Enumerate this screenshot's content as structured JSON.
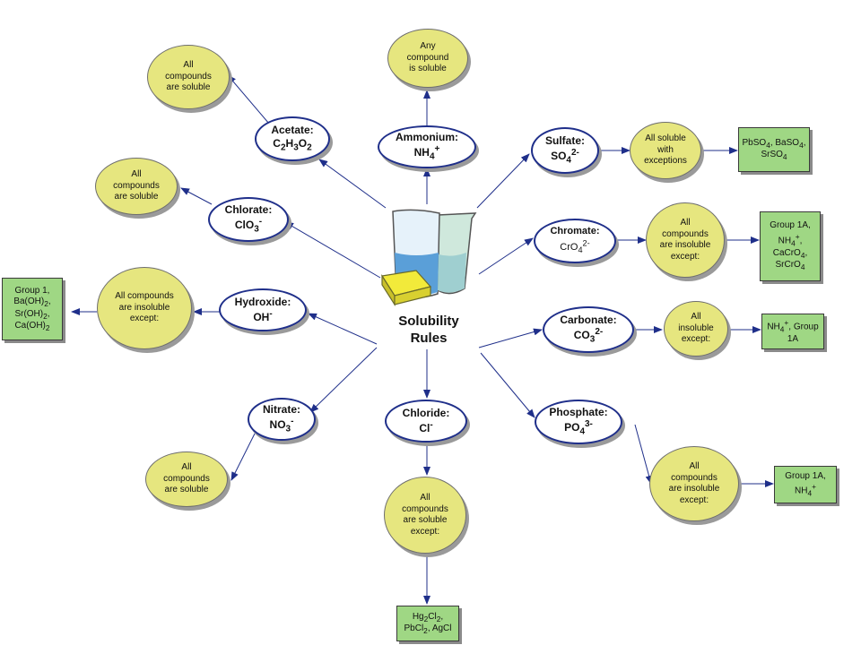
{
  "colors": {
    "line": "#1f2f8a",
    "yellow": "#e6e67f",
    "green": "#9fd784"
  },
  "title": "Solubility\nRules",
  "image_icon": "beaker-cylinder-sponge-icon",
  "ions": {
    "ammonium": {
      "name": "Ammonium:",
      "formula": "NH4+"
    },
    "acetate": {
      "name": "Acetate:",
      "formula": "C2H3O2"
    },
    "chlorate": {
      "name": "Chlorate:",
      "formula": "ClO3-"
    },
    "hydroxide": {
      "name": "Hydroxide:",
      "formula": "OH-"
    },
    "nitrate": {
      "name": "Nitrate:",
      "formula": "NO3-"
    },
    "chloride": {
      "name": "Chloride:",
      "formula": "Cl-"
    },
    "sulfate": {
      "name": "Sulfate:",
      "formula": "SO42-"
    },
    "chromate": {
      "name": "Chromate:",
      "formula": "CrO42-"
    },
    "carbonate": {
      "name": "Carbonate:",
      "formula": "CO32-"
    },
    "phosphate": {
      "name": "Phosphate:",
      "formula": "PO43-"
    }
  },
  "rules": {
    "ammonium": "Any\ncompound\nis soluble",
    "acetate": "All\ncompounds\nare soluble",
    "chlorate": "All\ncompounds\nare soluble",
    "hydroxide": "All compounds\nare insoluble\nexcept:",
    "nitrate": "All\ncompounds\nare soluble",
    "chloride": "All\ncompounds\nare soluble\nexcept:",
    "sulfate": "All soluble\nwith\nexceptions",
    "chromate": "All\ncompounds\nare insoluble\nexcept:",
    "carbonate": "All\ninsoluble\nexcept:",
    "phosphate": "All\ncompounds\nare insoluble\nexcept:"
  },
  "exceptions": {
    "hydroxide": "Group 1,\nBa(OH)2,\nSr(OH)2,\nCa(OH)2",
    "chloride": "Hg2Cl2,\nPbCl2, AgCl",
    "sulfate": "PbSO4, BaSO4,\nSrSO4",
    "chromate": "Group 1A,\nNH4+,\nCaCrO4,\nSrCrO4",
    "carbonate": "NH4+, Group\n1A",
    "phosphate": "Group 1A,\nNH4+"
  }
}
